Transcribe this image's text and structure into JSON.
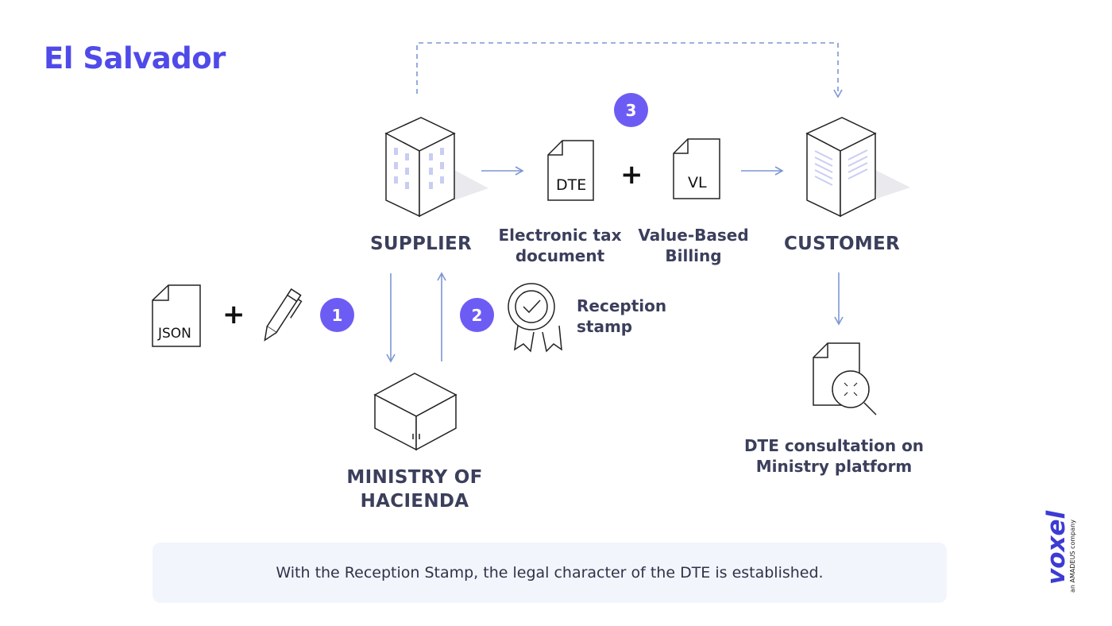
{
  "title": "El Salvador",
  "nodes": {
    "supplier": "SUPPLIER",
    "customer": "CUSTOMER",
    "ministry": [
      "MINISTRY OF",
      "HACIENDA"
    ],
    "dte_doc": [
      "Electronic tax",
      "document"
    ],
    "vl_doc": [
      "Value-Based",
      "Billing"
    ],
    "reception": [
      "Reception",
      "stamp"
    ],
    "consult": [
      "DTE consultation on",
      "Ministry platform"
    ]
  },
  "doc_tags": {
    "json": "JSON",
    "dte": "DTE",
    "vl": "VL"
  },
  "plus": "+",
  "steps": [
    "1",
    "2",
    "3"
  ],
  "footer": "With the Reception Stamp, the legal character of the DTE is established.",
  "brand": {
    "name": "voxel",
    "tagline": "an AMADEUS company"
  },
  "colors": {
    "accent": "#4f4ae8",
    "badge": "#6d5cf3",
    "arrow": "#7d96d4",
    "text": "#3b3f5c",
    "footer_bg": "#f3f5fd"
  }
}
